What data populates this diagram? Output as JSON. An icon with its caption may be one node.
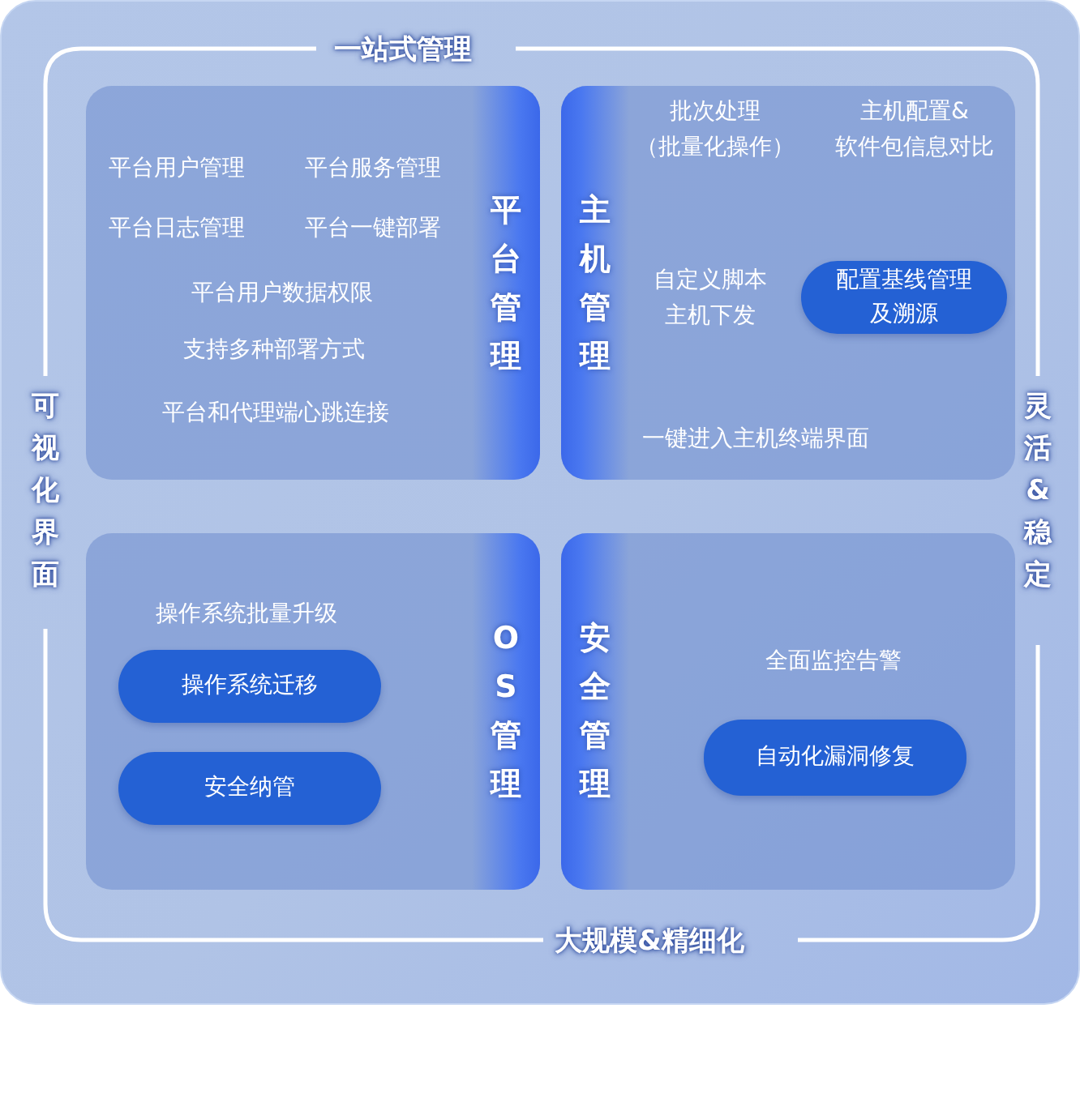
{
  "diagram": {
    "nodes": [
      {
        "text": [
          "平台管理",
          "平台用户管理",
          "平台服务管理",
          "平台日志管理",
          "平台一键部署",
          "平台用户数据权限",
          "支持多种部署方式",
          "平台和代理端心跳连接"
        ]
      },
      {
        "text": [
          "主机管理",
          "批次处理（批量化操作）",
          "主机配置&软件包信息对比",
          "自定义脚本主机下发",
          "一键进入主机终端界面"
        ]
      },
      {
        "text": [
          "配置基线管理及溯源"
        ],
        "in": 1
      },
      {
        "text": [
          "OS管理",
          "操作系统批量升级"
        ]
      },
      {
        "text": [
          "操作系统迁移"
        ],
        "in": 3
      },
      {
        "text": [
          "安全纳管"
        ],
        "in": 3
      },
      {
        "text": [
          "安全管理",
          "全面监控告警"
        ]
      },
      {
        "text": [
          "自动化漏洞修复"
        ],
        "in": 6
      }
    ],
    "edges": [],
    "labels": [
      "一站式管理",
      "可视化界面",
      "灵活&稳定",
      "大规模&精细化"
    ]
  }
}
